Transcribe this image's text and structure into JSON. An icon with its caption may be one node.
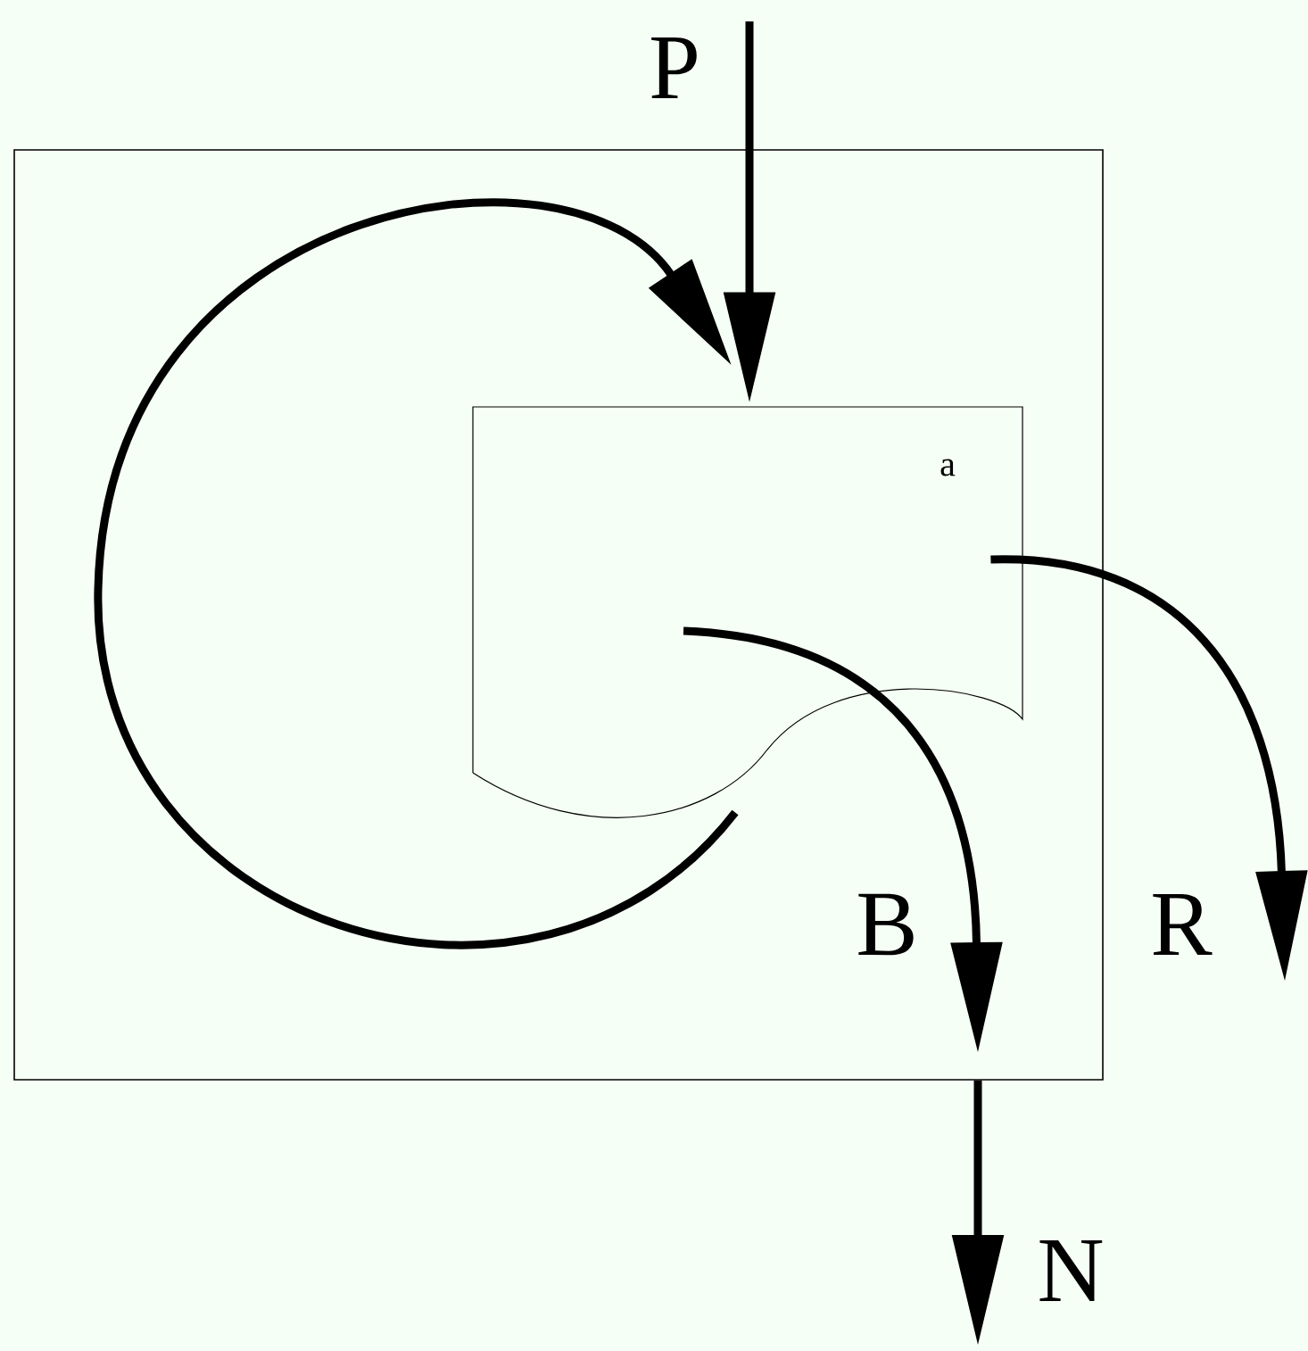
{
  "diagram": {
    "nodes": [
      {
        "text": [],
        "shape": "box"
      },
      {
        "text": [
          "a"
        ],
        "in": 0
      }
    ],
    "edges": [
      {
        "from": null,
        "to": 1,
        "arrow": "to",
        "label": "P"
      },
      {
        "from": 1,
        "to": 1,
        "arrow": "to"
      },
      {
        "from": 1,
        "to": null,
        "arrow": "to",
        "label": "B"
      },
      {
        "from": 1,
        "to": null,
        "arrow": "to",
        "label": "R"
      },
      {
        "from": 0,
        "to": null,
        "arrow": "to",
        "label": "N"
      }
    ]
  }
}
